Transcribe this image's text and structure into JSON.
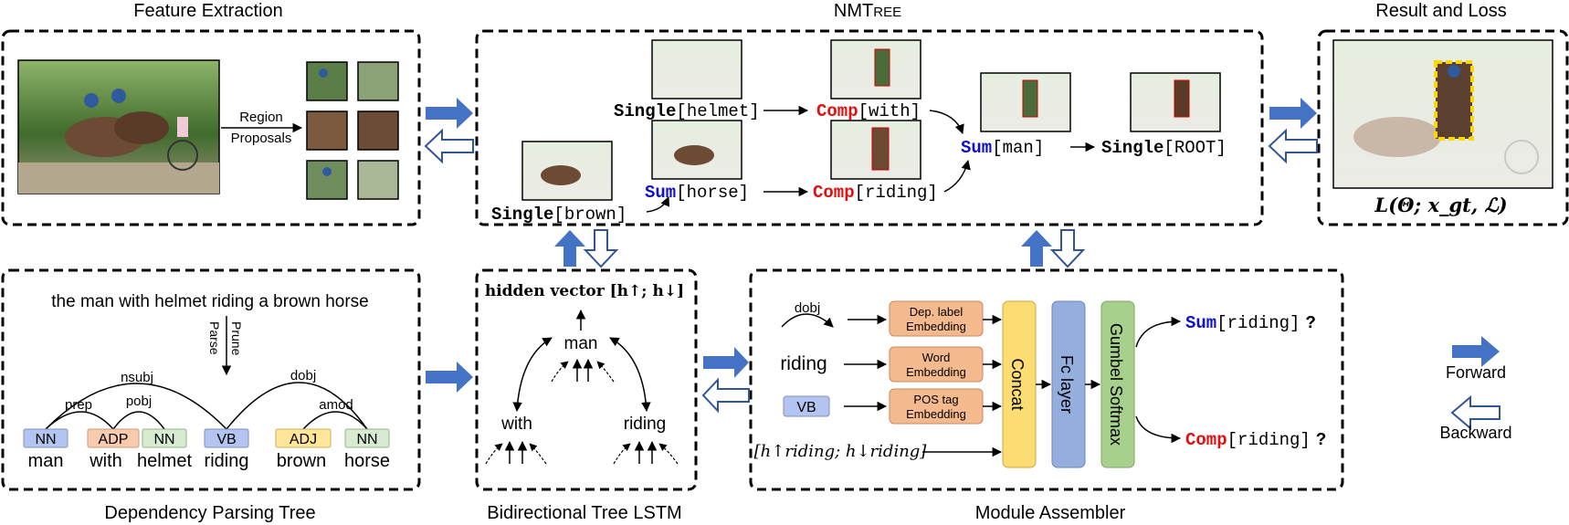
{
  "colors": {
    "forward_blue": "#4472C4",
    "sum_blue": "#1010CC",
    "comp_red": "#E01010",
    "orange_box": "#F5B98E",
    "concat_yellow": "#FDDC74",
    "fc_blue": "#94AEDE",
    "gumbel_green": "#A8D08D",
    "tag_blue": "#B4C4F0",
    "tag_orange": "#F8CBAD",
    "tag_green": "#D9EAD3",
    "tag_yellow": "#FFE699",
    "highlight_yellow": "#FFD700"
  },
  "titles": {
    "feature_extraction": "Feature Extraction",
    "nmtree_main": "NMT",
    "nmtree_small": "REE",
    "result_loss": "Result and Loss",
    "dependency_tree": "Dependency Parsing Tree",
    "bilstm": "Bidirectional Tree LSTM",
    "module_assembler": "Module Assembler"
  },
  "feature": {
    "proposal_line1": "Region",
    "proposal_line2": "Proposals"
  },
  "nmtree": {
    "single_helmet": {
      "kw": "Single",
      "arg": "[helmet]"
    },
    "comp_with": {
      "kw": "Comp",
      "arg": "[with]"
    },
    "sum_horse": {
      "kw": "Sum",
      "arg": "[horse]"
    },
    "comp_riding": {
      "kw": "Comp",
      "arg": "[riding]"
    },
    "single_brown": {
      "kw": "Single",
      "arg": "[brown]"
    },
    "sum_man": {
      "kw": "Sum",
      "arg": "[man]"
    },
    "single_root": {
      "kw": "Single",
      "arg": "[ROOT]"
    }
  },
  "result": {
    "loss_formula": "L(Θ; x_gt, ℒ)"
  },
  "dependency": {
    "sentence": "the man with helmet riding a brown horse",
    "prune": "Prune",
    "parse": "Parse",
    "edges": {
      "nsubj": "nsubj",
      "prep": "prep",
      "pobj": "pobj",
      "dobj": "dobj",
      "amod": "amod"
    },
    "tags": [
      "NN",
      "ADP",
      "NN",
      "VB",
      "ADJ",
      "NN"
    ],
    "words": [
      "man",
      "with",
      "helmet",
      "riding",
      "brown",
      "horse"
    ]
  },
  "lstm": {
    "hidden_vector": "hidden vector [h↑; h↓]",
    "man": "man",
    "with": "with",
    "riding": "riding"
  },
  "assembler": {
    "dobj": "dobj",
    "riding": "riding",
    "vb": "VB",
    "hidden": "[h↑riding; h↓riding]",
    "dep_label_1": "Dep. label",
    "dep_label_2": "Embedding",
    "word_1": "Word",
    "word_2": "Embedding",
    "pos_1": "POS tag",
    "pos_2": "Embedding",
    "concat": "Concat",
    "fc": "Fc layer",
    "gumbel": "Gumbel  Softmax",
    "sum_out": {
      "kw": "Sum",
      "arg": "[riding]",
      "q": "?"
    },
    "comp_out": {
      "kw": "Comp",
      "arg": "[riding]",
      "q": "?"
    }
  },
  "legend": {
    "forward": "Forward",
    "backward": "Backward"
  }
}
